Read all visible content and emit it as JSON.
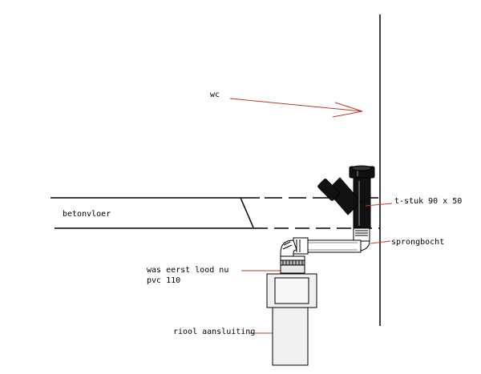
{
  "labels": {
    "wc": "wc",
    "floor": "betonvloer",
    "tee": "t-stuk 90 x 50",
    "offset_bend": "sprongbocht",
    "note_line1": "was eerst lood nu",
    "note_line2": "pvc 110",
    "sewer": "riool aansluiting"
  },
  "colors": {
    "arrow": "#c0392b",
    "pipe_black": "#111111",
    "line": "#000000",
    "pipe_fill": "#ffffff",
    "sewer_fill": "#f0f0f0"
  }
}
